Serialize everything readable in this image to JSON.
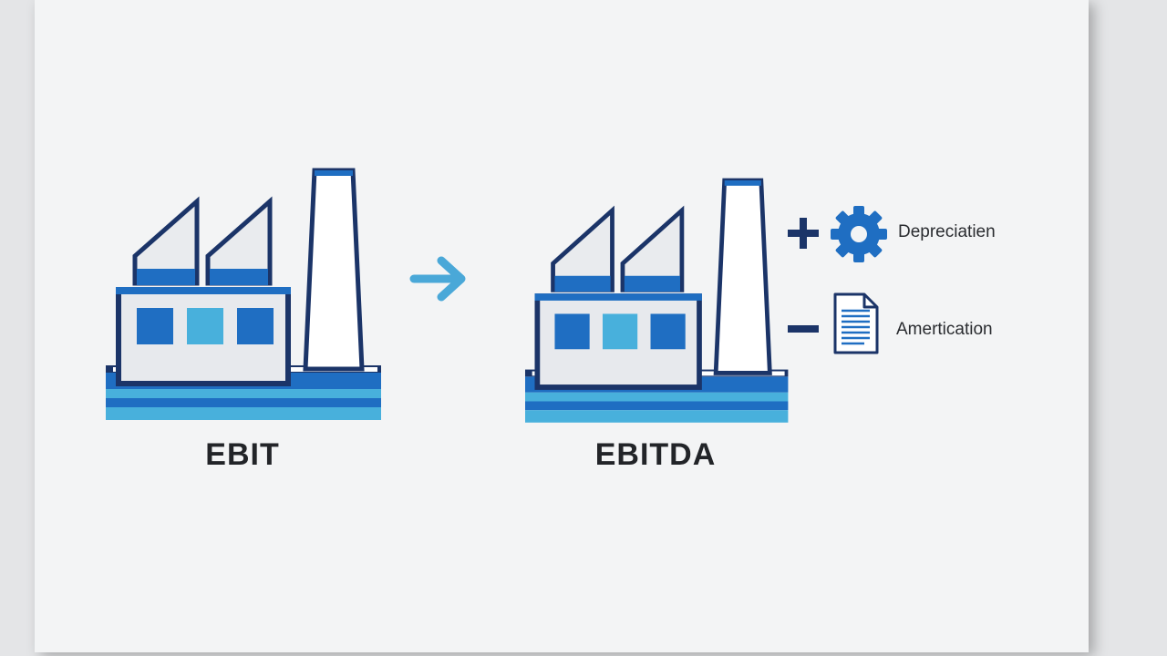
{
  "left_label": "EBIT",
  "right_label": "EBITDA",
  "adjustments": [
    {
      "sign": "plus",
      "icon": "gear-icon",
      "label": "Depreciatien"
    },
    {
      "sign": "minus",
      "icon": "document-icon",
      "label": "Amertication"
    }
  ],
  "colors": {
    "navy": "#1b3468",
    "blue": "#1f6ec2",
    "light_blue": "#48b0dc",
    "pale": "#e7e9ed",
    "card": "#f3f4f5",
    "arrow": "#4aa8d8"
  }
}
